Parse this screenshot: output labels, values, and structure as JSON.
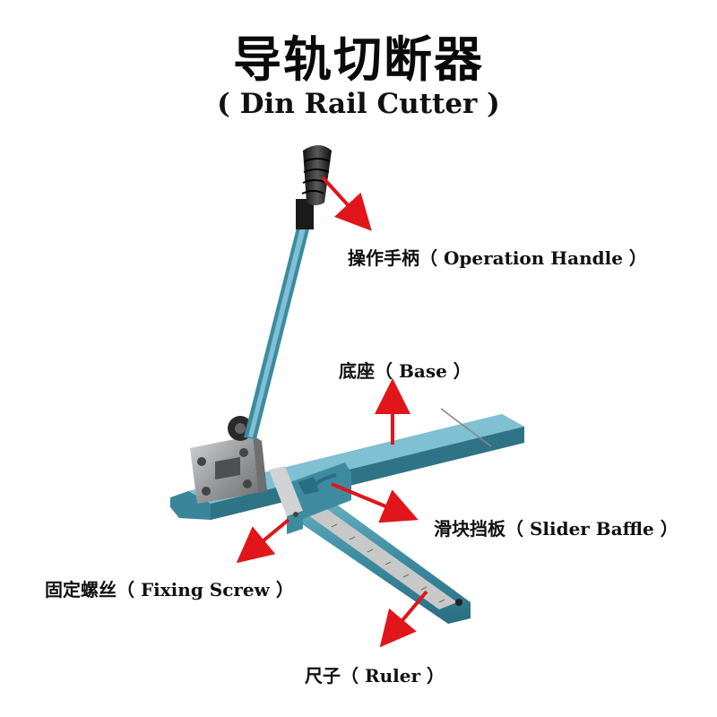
{
  "title": {
    "zh": "导轨切断器",
    "en": "( Din Rail Cutter )"
  },
  "labels": {
    "handle": "操作手柄（ Operation Handle ）",
    "base": "底座（ Base ）",
    "slider": "滑块挡板（ Slider Baffle ）",
    "screw": "固定螺丝（ Fixing Screw ）",
    "ruler": "尺子（ Ruler ）"
  },
  "colors": {
    "steel_blue": "#3e8ba0",
    "arrow_red": "#e0161a",
    "metal_gray": "#9a9c9d"
  },
  "icons": {
    "arrow": "red-arrow-icon",
    "product": "din-rail-cutter-illustration"
  }
}
